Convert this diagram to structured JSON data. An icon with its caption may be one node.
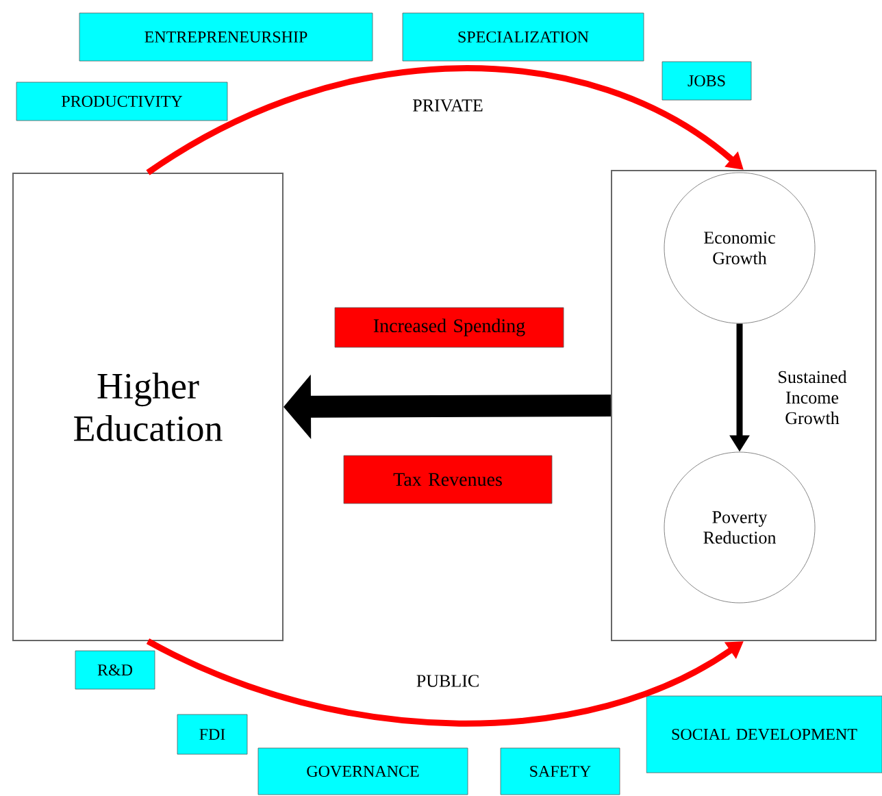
{
  "diagram": {
    "nodes": [
      {
        "text": [
          "ENTREPRENEURSHIP"
        ]
      },
      {
        "text": [
          "SPECIALIZATION"
        ]
      },
      {
        "text": [
          "JOBS"
        ]
      },
      {
        "text": [
          "PRODUCTIVITY"
        ]
      },
      {
        "text": [
          "Higher Education"
        ]
      },
      {
        "text": [],
        "shape": "box"
      },
      {
        "text": [
          "Economic Growth"
        ],
        "in": 5
      },
      {
        "text": [
          "Increased Spending"
        ]
      },
      {
        "text": [
          "Tax Revenues"
        ]
      },
      {
        "text": [
          "Poverty Reduction"
        ],
        "in": 5
      },
      {
        "text": [
          "R&D"
        ]
      },
      {
        "text": [
          "FDI"
        ]
      },
      {
        "text": [
          "GOVERNANCE"
        ]
      },
      {
        "text": [
          "SAFETY"
        ]
      },
      {
        "text": [
          "SOCIAL DEVELOPMENT"
        ]
      }
    ],
    "edges": [
      {
        "from": 4,
        "to": 5,
        "arrow": "to",
        "label": "PRIVATE",
        "color": "#ff0000"
      },
      {
        "from": 5,
        "to": 4,
        "arrow": "to",
        "style": "thick",
        "color": "#000000"
      },
      {
        "from": 6,
        "to": 9,
        "arrow": "to",
        "label": "Sustained Income Growth",
        "color": "#000000"
      },
      {
        "from": 4,
        "to": 5,
        "arrow": "to",
        "label": "PUBLIC",
        "color": "#ff0000"
      }
    ]
  }
}
